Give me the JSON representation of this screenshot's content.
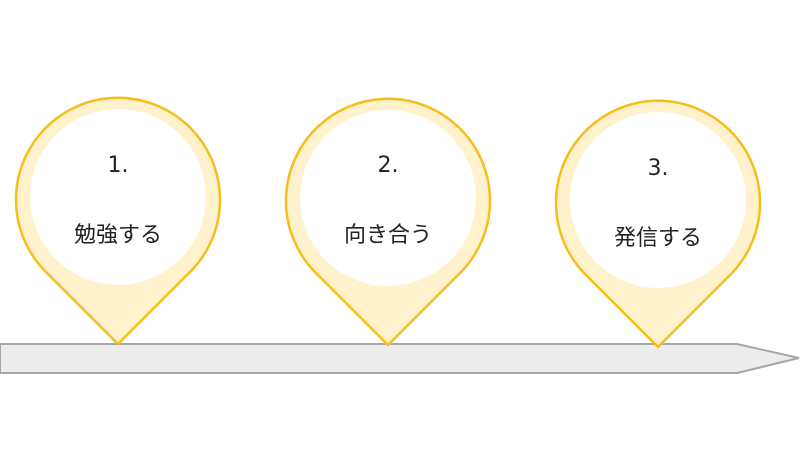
{
  "colors": {
    "pin_stroke": "#F5BE1B",
    "pin_fill": "#FFF2CC",
    "inner_fill": "#FFFFFF",
    "bar_fill": "#EDEDED",
    "bar_stroke": "#A6A6A6",
    "text": "#222222"
  },
  "timeline": {
    "steps": [
      {
        "number": "1.",
        "label": "勉強する"
      },
      {
        "number": "2.",
        "label": "向き合う"
      },
      {
        "number": "3.",
        "label": "発信する"
      }
    ]
  }
}
